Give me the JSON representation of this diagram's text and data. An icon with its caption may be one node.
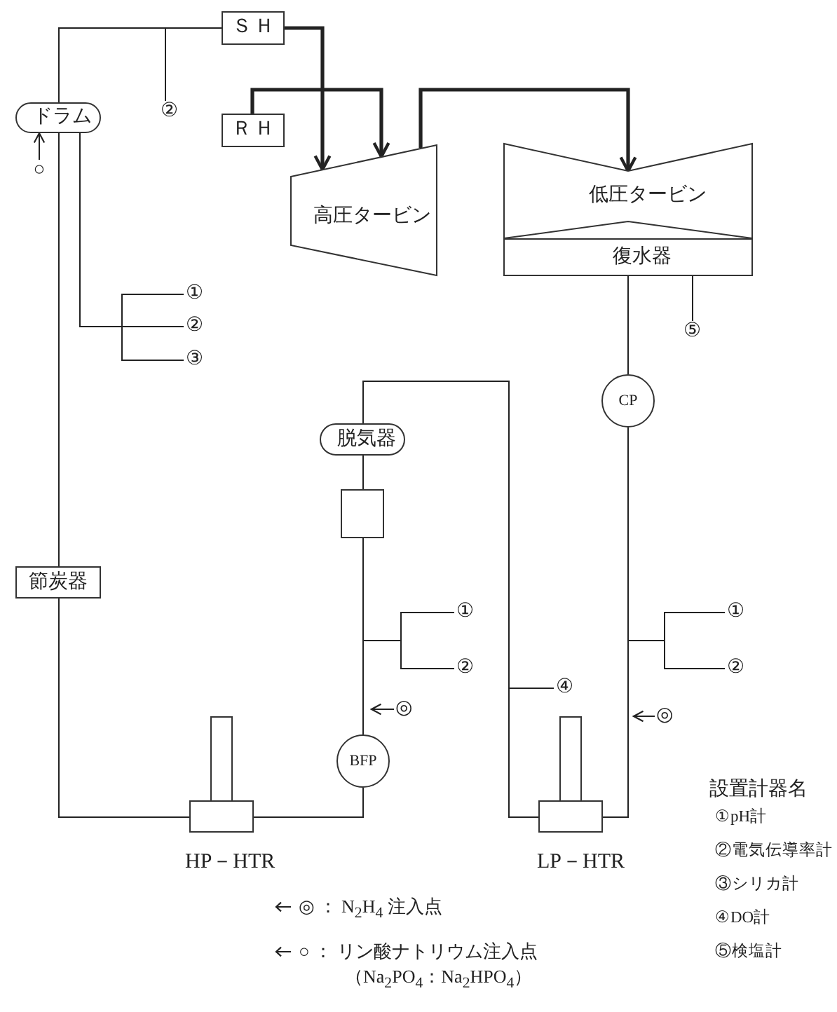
{
  "diagram": {
    "nodes": [
      {
        "text": [
          "ＳＨ"
        ]
      },
      {
        "text": [
          "ドラム"
        ]
      },
      {
        "text": [
          "②"
        ]
      },
      {
        "text": [
          "ＲＨ"
        ]
      },
      {
        "text": [
          "高圧タービン"
        ]
      },
      {
        "text": [
          "低圧タービン"
        ]
      },
      {
        "text": [
          "○"
        ]
      },
      {
        "text": [
          "復水器"
        ]
      },
      {
        "text": [
          "①"
        ]
      },
      {
        "text": [
          "②"
        ]
      },
      {
        "text": [
          "⑤"
        ]
      },
      {
        "text": [
          "③"
        ]
      },
      {
        "text": [
          "CP"
        ]
      },
      {
        "text": [
          "脱気器"
        ]
      },
      {
        "text": [],
        "shape": "box"
      },
      {
        "text": [
          "節炭器"
        ]
      },
      {
        "text": [
          "①"
        ]
      },
      {
        "text": [
          "①"
        ]
      },
      {
        "text": [
          "②"
        ]
      },
      {
        "text": [
          "②"
        ]
      },
      {
        "text": [
          "④"
        ]
      },
      {
        "text": [
          "◎"
        ]
      },
      {
        "text": [
          "◎"
        ]
      },
      {
        "text": [
          "BFP"
        ]
      },
      {
        "text": [
          "HP－HTR"
        ]
      },
      {
        "text": [
          "LP－HTR"
        ]
      }
    ],
    "edges": [
      {
        "from": 0,
        "to": 4,
        "arrow": "to",
        "style": "thick"
      },
      {
        "from": 3,
        "to": 4,
        "arrow": "to",
        "style": "thick"
      },
      {
        "from": 4,
        "to": 5,
        "arrow": "to",
        "style": "thick"
      },
      {
        "from": null,
        "to": 2,
        "arrow": "none"
      },
      {
        "from": 1,
        "to": 0,
        "arrow": "none"
      },
      {
        "from": 15,
        "to": 1,
        "arrow": "none"
      },
      {
        "from": 24,
        "to": 15,
        "arrow": "none"
      },
      {
        "from": 6,
        "to": 1,
        "arrow": "to"
      },
      {
        "from": 1,
        "to": 8,
        "arrow": "none"
      },
      {
        "from": 1,
        "to": 9,
        "arrow": "none"
      },
      {
        "from": 1,
        "to": 11,
        "arrow": "none"
      },
      {
        "from": 7,
        "to": 12,
        "arrow": "none"
      },
      {
        "from": 7,
        "to": 10,
        "arrow": "none"
      },
      {
        "from": 12,
        "to": 25,
        "arrow": "none"
      },
      {
        "from": 25,
        "to": 13,
        "arrow": "none"
      },
      {
        "from": 13,
        "to": 14,
        "arrow": "none"
      },
      {
        "from": 14,
        "to": 23,
        "arrow": "none"
      },
      {
        "from": 23,
        "to": 24,
        "arrow": "none"
      },
      {
        "from": null,
        "to": 16,
        "arrow": "none"
      },
      {
        "from": null,
        "to": 18,
        "arrow": "none"
      },
      {
        "from": null,
        "to": 17,
        "arrow": "none"
      },
      {
        "from": null,
        "to": 19,
        "arrow": "none"
      },
      {
        "from": null,
        "to": 20,
        "arrow": "none"
      },
      {
        "from": 21,
        "to": null,
        "arrow": "to"
      },
      {
        "from": 22,
        "to": null,
        "arrow": "to"
      }
    ],
    "labels": [
      "設置計器名",
      "①pH計",
      "②電気伝導率計",
      "③シリカ計",
      "④DO計",
      "⑤検塩計"
    ],
    "legend": [
      {
        "text": "◎ ： N$_{2}$H$_{4}$ 注入点"
      },
      {
        "text": "○ ： リン酸ナトリウム注入点（Na$_{2}$PO$_{4}$：Na$_{2}$HPO$_{4}$）"
      }
    ]
  }
}
